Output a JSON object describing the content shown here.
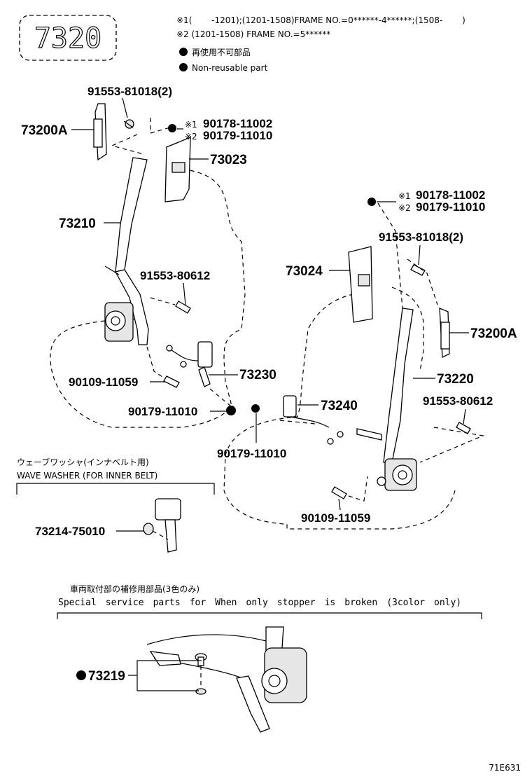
{
  "header": {
    "note1": "※1(　 　-1201);(1201-1508)FRAME NO.=0******-4******;(1508-　 　)",
    "note2": "※2 (1201-1508) FRAME NO.=5******",
    "legend_jp": "再使用不可部品",
    "legend_en": "Non-reusable part",
    "category_code": "7320"
  },
  "parts": {
    "p_73200A_left": "73200A",
    "p_91553_81018_left": "91553-81018(2)",
    "p_90178_left": "90178-11002",
    "p_90179_left": "90179-11010",
    "mark1_left": "※1",
    "mark2_left": "※2",
    "p_73023": "73023",
    "p_73210": "73210",
    "p_91553_80612_left": "91553-80612",
    "p_73230": "73230",
    "p_90109_left": "90109-11059",
    "p_90179_bottom_left": "90179-11010",
    "mark1_right": "※1",
    "mark2_right": "※2",
    "p_90178_right": "90178-11002",
    "p_90179_right": "90179-11010",
    "p_91553_81018_right": "91553-81018(2)",
    "p_73024": "73024",
    "p_73200A_right": "73200A",
    "p_73220": "73220",
    "p_91553_80612_right": "91553-80612",
    "p_73240": "73240",
    "p_90179_mid": "90179-11010",
    "p_90109_right": "90109-11059",
    "p_73214": "73214-75010",
    "p_73219": "73219"
  },
  "sections": {
    "wave_washer_jp": "ウェーブワッシャ(インナベルト用)",
    "wave_washer_en": "WAVE WASHER (FOR INNER BELT)",
    "special_jp": "車両取付部の補修用部品(3色のみ)",
    "special_en": "Special　service　parts　for　When　only　stopper　is　broken　(3color　only)"
  },
  "footer": {
    "code": "71E631"
  }
}
